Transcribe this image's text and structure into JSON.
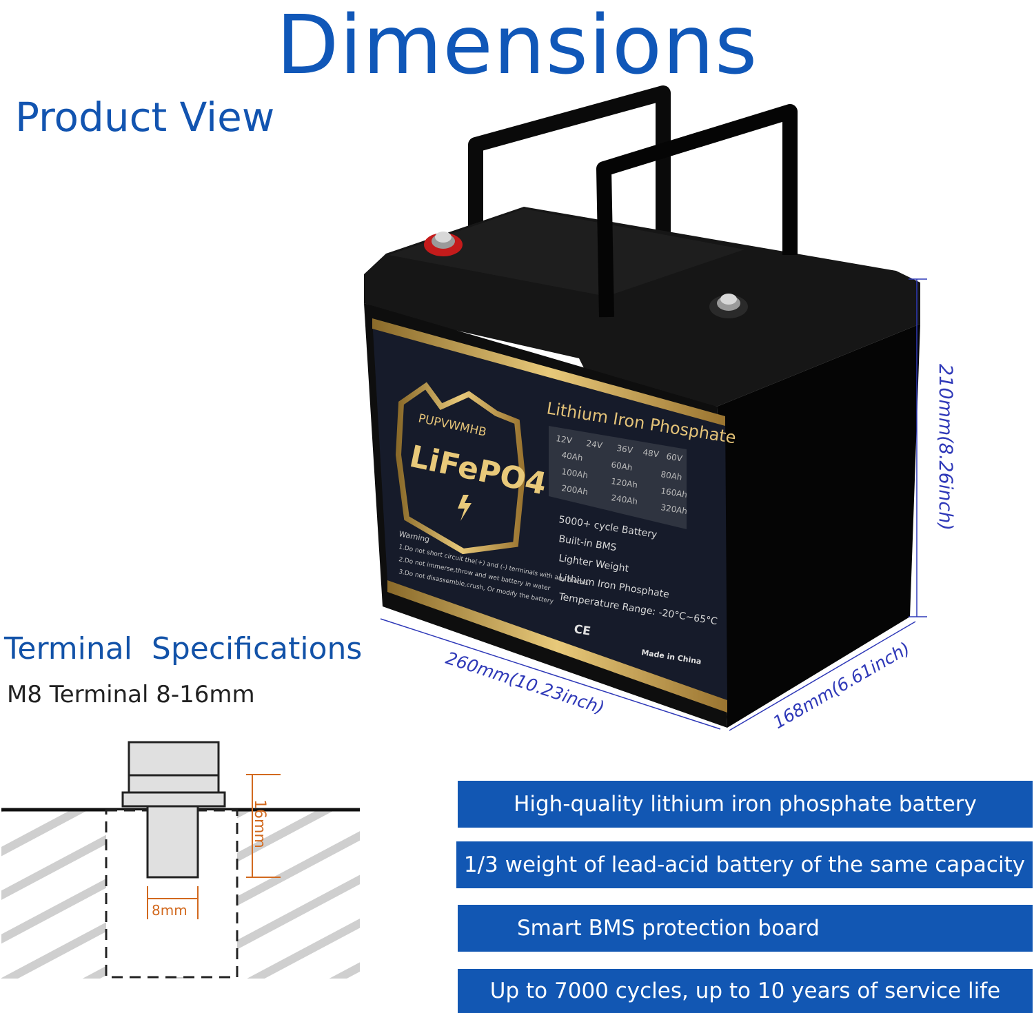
{
  "title": "Dimensions",
  "product_view_label": "Product View",
  "terminal": {
    "title": "Terminal  Specifications",
    "subtitle": "M8 Terminal 8-16mm",
    "depth_label": "16mm",
    "width_label": "8mm"
  },
  "dimensions": {
    "height": "210mm(8.26inch)",
    "length": "260mm(10.23inch)",
    "width": "168mm(6.61inch)"
  },
  "battery_label": {
    "brand": "PUPVWMHB",
    "chemistry_badge": "LiFePO4",
    "heading": "Lithium Iron Phosphate",
    "voltages": [
      "12V",
      "24V",
      "36V",
      "48V",
      "60V"
    ],
    "capacities": [
      "40Ah",
      "60Ah",
      "80Ah",
      "100Ah",
      "120Ah",
      "160Ah",
      "200Ah",
      "240Ah",
      "320Ah"
    ],
    "features": [
      "5000+ cycle Battery",
      "Built-in BMS",
      "Lighter  Weight",
      "Lithium Iron Phosphate",
      "Temperature Range: -20°C~65°C"
    ],
    "warning_title": "Warning",
    "warnings": [
      "1.Do not short circuit the(+) and (-) terminals with any metals",
      "2.Do not immerse,throw and wet battery in water",
      "3.Do not disassemble,crush, Or modify the battery"
    ],
    "made_in": "Made in China",
    "certifications": "CE"
  },
  "features": [
    "High-quality lithium iron phosphate battery",
    "1/3 weight of lead-acid battery of the same capacity",
    "Smart BMS protection board",
    "Up to 7000 cycles, up to 10 years of service life"
  ],
  "colors": {
    "accent_blue": "#1257b3",
    "dimension_blue": "#2f39b8",
    "gold": "#c9a24a",
    "battery_black": "#0d0d0d",
    "measure_orange": "#d2691e"
  }
}
